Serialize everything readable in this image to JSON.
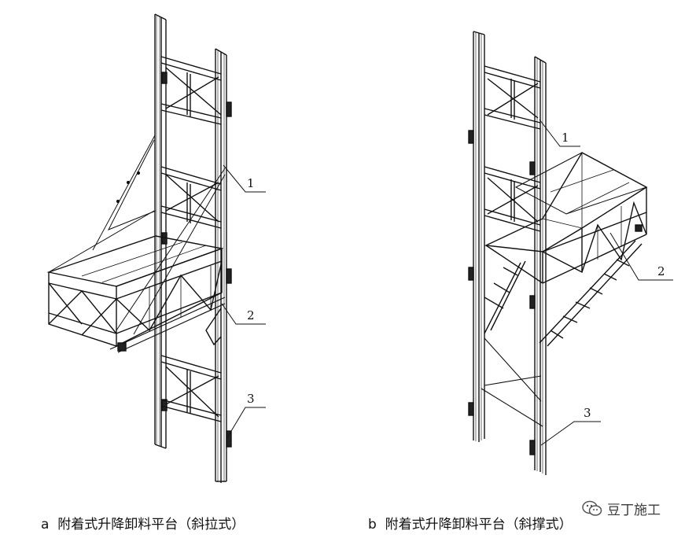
{
  "figures": [
    {
      "caption_letter": "a",
      "caption_text": "附着式升降卸料平台（斜拉式）",
      "callouts": [
        "1",
        "2",
        "3"
      ]
    },
    {
      "caption_letter": "b",
      "caption_text": "附着式升降卸料平台（斜撑式）",
      "callouts": [
        "1",
        "2",
        "3"
      ]
    }
  ],
  "watermark": {
    "text": "豆丁施工",
    "icon": "wechat-icon"
  }
}
